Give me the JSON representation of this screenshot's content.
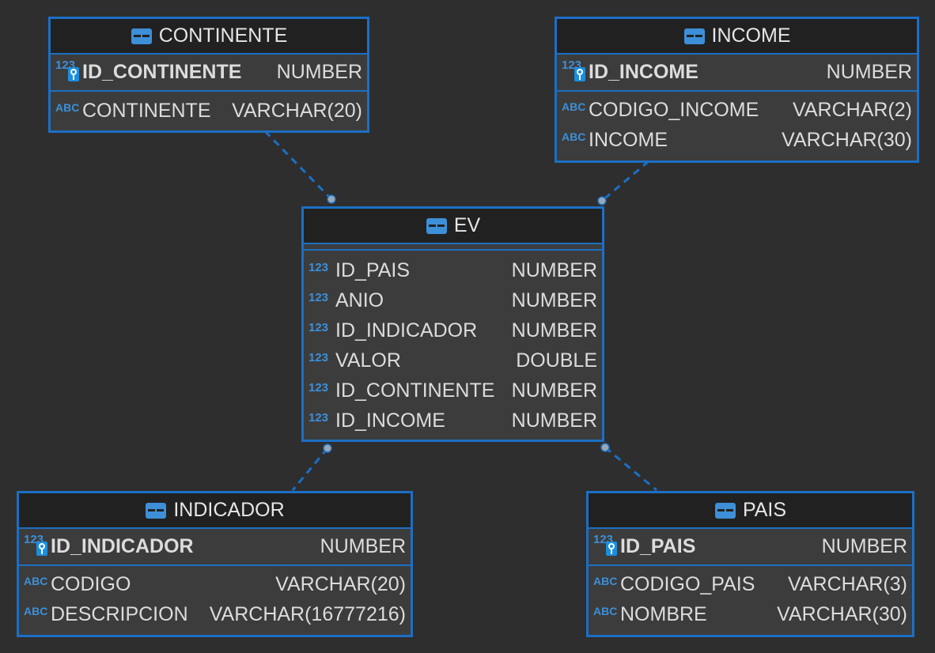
{
  "colors": {
    "background": "#2e2e2e",
    "entity_border": "#1c6fc4",
    "header_bg": "#212121",
    "body_bg": "#3c3c3c",
    "text": "#dcdcdc",
    "type_icon": "#3d8fd8",
    "connector": "#1c6fc4",
    "connector_dot": "#9aa7b5"
  },
  "icons": {
    "table": "table-icon",
    "numeric": "123",
    "text": "ABC",
    "primary_key": "key-icon"
  },
  "entities": {
    "continente": {
      "title": "CONTINENTE",
      "key": {
        "name": "ID_CONTINENTE",
        "type": "NUMBER",
        "icon": "123"
      },
      "columns": [
        {
          "icon": "ABC",
          "name": "CONTINENTE",
          "type": "VARCHAR(20)"
        }
      ]
    },
    "income": {
      "title": "INCOME",
      "key": {
        "name": "ID_INCOME",
        "type": "NUMBER",
        "icon": "123"
      },
      "columns": [
        {
          "icon": "ABC",
          "name": "CODIGO_INCOME",
          "type": "VARCHAR(2)"
        },
        {
          "icon": "ABC",
          "name": "INCOME",
          "type": "VARCHAR(30)"
        }
      ]
    },
    "ev": {
      "title": "EV",
      "columns": [
        {
          "icon": "123",
          "name": "ID_PAIS",
          "type": "NUMBER"
        },
        {
          "icon": "123",
          "name": "ANIO",
          "type": "NUMBER"
        },
        {
          "icon": "123",
          "name": "ID_INDICADOR",
          "type": "NUMBER"
        },
        {
          "icon": "123",
          "name": "VALOR",
          "type": "DOUBLE"
        },
        {
          "icon": "123",
          "name": "ID_CONTINENTE",
          "type": "NUMBER"
        },
        {
          "icon": "123",
          "name": "ID_INCOME",
          "type": "NUMBER"
        }
      ]
    },
    "indicador": {
      "title": "INDICADOR",
      "key": {
        "name": "ID_INDICADOR",
        "type": "NUMBER",
        "icon": "123"
      },
      "columns": [
        {
          "icon": "ABC",
          "name": "CODIGO",
          "type": "VARCHAR(20)"
        },
        {
          "icon": "ABC",
          "name": "DESCRIPCION",
          "type": "VARCHAR(16777216)"
        }
      ]
    },
    "pais": {
      "title": "PAIS",
      "key": {
        "name": "ID_PAIS",
        "type": "NUMBER",
        "icon": "123"
      },
      "columns": [
        {
          "icon": "ABC",
          "name": "CODIGO_PAIS",
          "type": "VARCHAR(3)"
        },
        {
          "icon": "ABC",
          "name": "NOMBRE",
          "type": "VARCHAR(30)"
        }
      ]
    }
  }
}
